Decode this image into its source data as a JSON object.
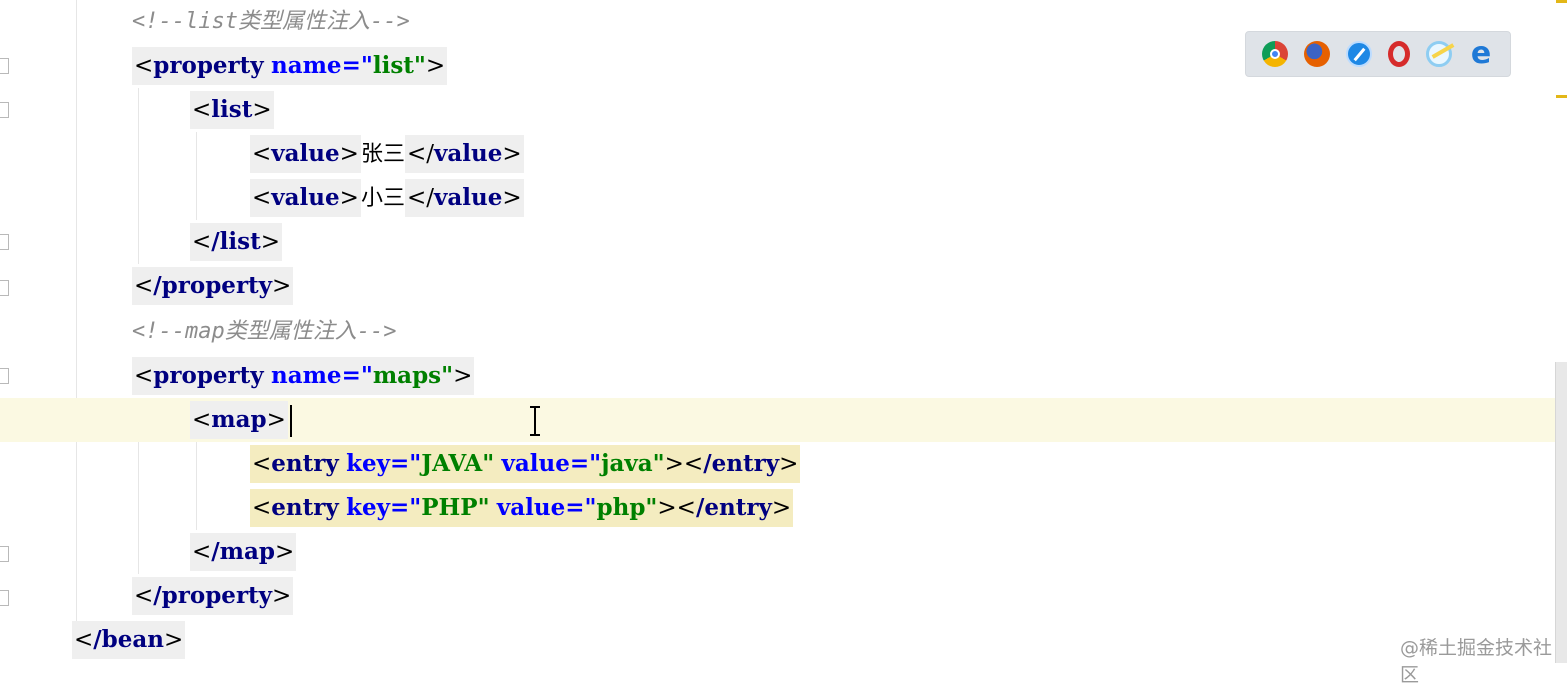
{
  "editor": {
    "lines": [
      {
        "id": "comment-list",
        "text": "<!--list类型属性注入-->"
      },
      {
        "id": "property-list",
        "tag": "property",
        "attr": "name",
        "value": "list"
      },
      {
        "id": "list-open",
        "tag": "list"
      },
      {
        "id": "value-1",
        "tag": "value",
        "text": "张三"
      },
      {
        "id": "value-2",
        "tag": "value",
        "text": "小三"
      },
      {
        "id": "list-close",
        "tag": "/list"
      },
      {
        "id": "property-close-1",
        "tag": "/property"
      },
      {
        "id": "comment-map",
        "text": "<!--map类型属性注入-->"
      },
      {
        "id": "property-maps",
        "tag": "property",
        "attr": "name",
        "value": "maps"
      },
      {
        "id": "map-open",
        "tag": "map"
      },
      {
        "id": "entry-java",
        "tag": "entry",
        "key_attr": "key",
        "key": "JAVA",
        "value_attr": "value",
        "value": "java",
        "close": "/entry"
      },
      {
        "id": "entry-php",
        "tag": "entry",
        "key_attr": "key",
        "key": "PHP",
        "value_attr": "value",
        "value": "php",
        "close": "/entry"
      },
      {
        "id": "map-close",
        "tag": "/map"
      },
      {
        "id": "property-close-2",
        "tag": "/property"
      },
      {
        "id": "bean-close",
        "tag": "/bean"
      }
    ]
  },
  "browser_bar": {
    "icons": [
      "chrome-icon",
      "firefox-icon",
      "safari-icon",
      "opera-icon",
      "internet-explorer-icon",
      "edge-icon"
    ]
  },
  "watermark": "@稀土掘金技术社区",
  "colors": {
    "tag": "#000080",
    "attribute": "#0000ff",
    "attribute_value": "#008000",
    "comment": "#8c8c8c",
    "current_line": "#fbf9e2",
    "highlight": "#f4ecc0"
  }
}
